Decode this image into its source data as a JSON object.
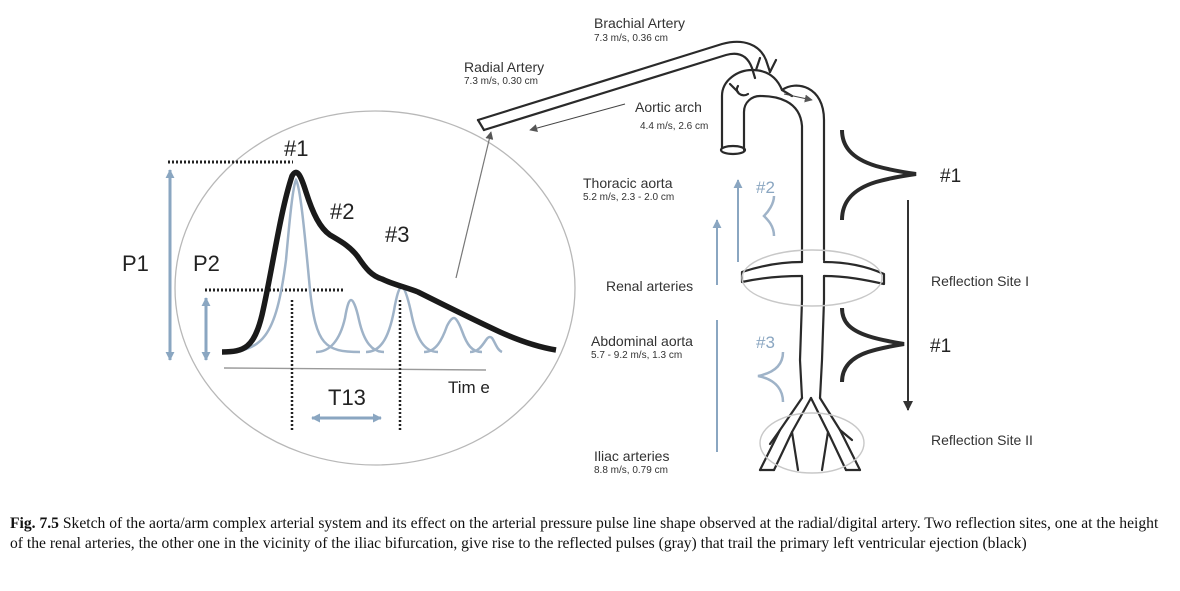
{
  "pulse_plot": {
    "peak_labels": [
      "#1",
      "#2",
      "#3"
    ],
    "p1_label": "P1",
    "p2_label": "P2",
    "interval_label": "T13",
    "axis_label": "Tim e"
  },
  "vessels": {
    "brachial_name": "Brachial Artery",
    "brachial_spec": "7.3 m/s, 0.36 cm",
    "radial_name": "Radial Artery",
    "radial_spec": "7.3 m/s, 0.30 cm",
    "arch_name": "Aortic arch",
    "arch_spec": "4.4 m/s, 2.6 cm",
    "thoracic_name": "Thoracic aorta",
    "thoracic_spec": "5.2 m/s, 2.3 - 2.0 cm",
    "renal_name": "Renal arteries",
    "abdominal_name": "Abdominal aorta",
    "abdominal_spec": "5.7 - 9.2 m/s, 1.3 cm",
    "iliac_name": "Iliac arteries",
    "iliac_spec": "8.8 m/s, 0.79 cm"
  },
  "pulse_markers": {
    "left_upper": "#2",
    "left_lower": "#3",
    "right_upper": "#1",
    "right_lower": "#1"
  },
  "reflection_sites": {
    "site_1": "Reflection Site I",
    "site_2": "Reflection Site II"
  },
  "colors": {
    "primary_pulse": "#1a1a1a",
    "reflected_pulse": "#9fb3c8",
    "arrow_blue": "#8aa6c1",
    "outline_gray": "#b8b8b8"
  },
  "caption": {
    "label": "Fig. 7.5",
    "text": "Sketch of the aorta/arm complex arterial system and its effect on the arterial pressure pulse line shape observed at the radial/digital artery. Two reflection sites, one at the height of the renal arteries, the other one in the vicinity of the iliac bifurcation, give rise to the reflected pulses (gray) that trail the primary left ventricular ejection (black)"
  }
}
